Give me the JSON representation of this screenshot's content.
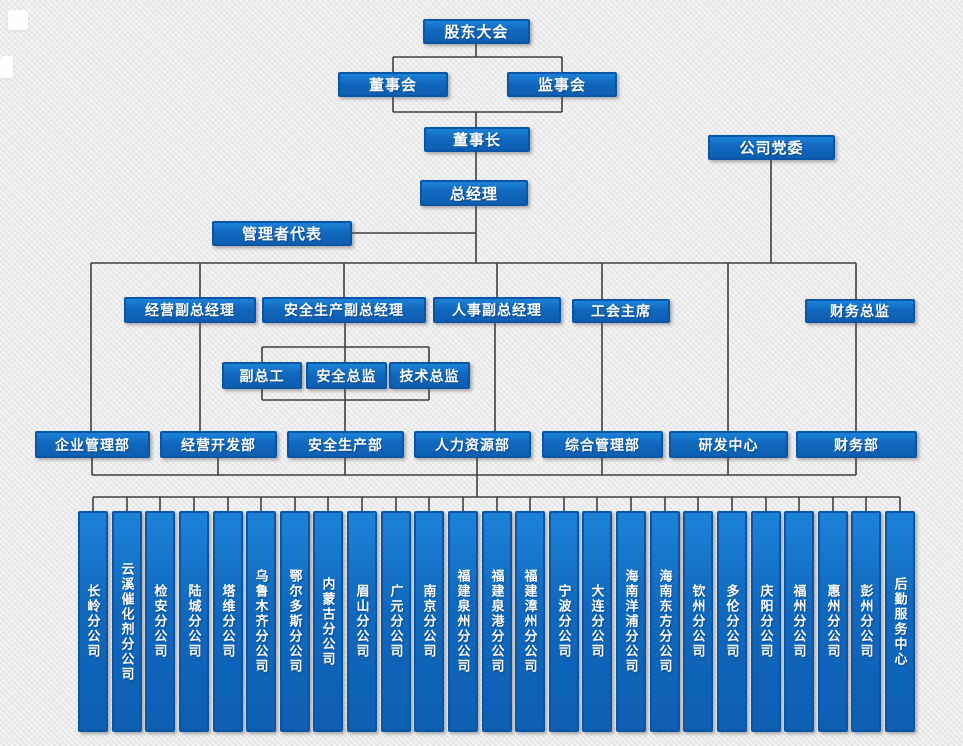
{
  "top": {
    "shareholders_meeting": "股东大会",
    "board_of_directors": "董事会",
    "supervisory_board": "监事会",
    "chairman": "董事长",
    "party_committee": "公司党委",
    "general_manager": "总经理",
    "management_representative": "管理者代表"
  },
  "executives": [
    "经营副总经理",
    "安全生产副总经理",
    "人事副总经理",
    "工会主席",
    "财务总监"
  ],
  "chiefs": [
    "副总工",
    "安全总监",
    "技术总监"
  ],
  "departments": [
    "企业管理部",
    "经营开发部",
    "安全生产部",
    "人力资源部",
    "综合管理部",
    "研发中心",
    "财务部"
  ],
  "branches": [
    "长岭分公司",
    "云溪催化剂分公司",
    "检安分公司",
    "陆城分公司",
    "塔维分公司",
    "乌鲁木齐分公司",
    "鄂尔多斯分公司",
    "内蒙古分公司",
    "眉山分公司",
    "广元分公司",
    "南京分公司",
    "福建泉州分公司",
    "福建泉港分公司",
    "福建漳州分公司",
    "宁波分公司",
    "大连分公司",
    "海南洋浦分公司",
    "海南东方分公司",
    "钦州分公司",
    "多伦分公司",
    "庆阳分公司",
    "福州分公司",
    "惠州分公司",
    "彭州分公司",
    "后勤服务中心"
  ],
  "colors": {
    "box_fill": "#1068bd",
    "box_border": "#0a55a6",
    "box_text": "#ffffff",
    "connector_line": "#3f3f3f",
    "background": "#ebebeb"
  }
}
